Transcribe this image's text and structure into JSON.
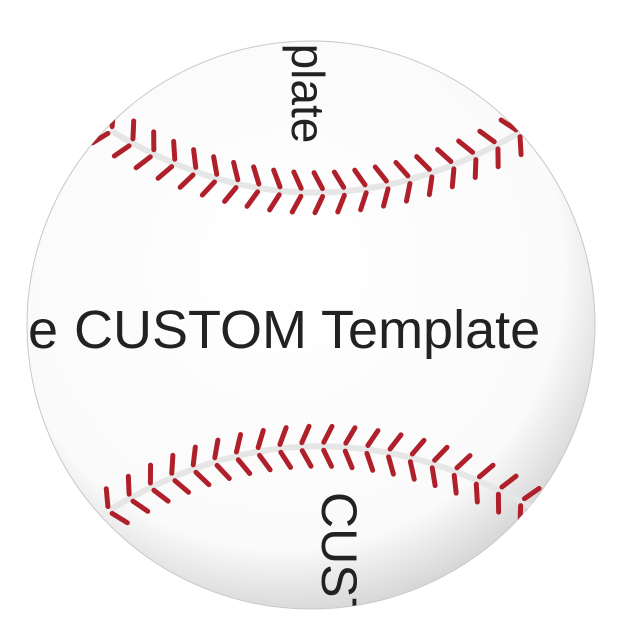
{
  "product": {
    "type": "baseball",
    "print": {
      "main_prefix": "e",
      "main_text": "CUSTOM Template",
      "top_fragment": "nplate",
      "bottom_fragment": "CUST"
    }
  },
  "colors": {
    "ball": "#ffffff",
    "ball_shadow": "#d8d8d8",
    "stitch": "#b0202a",
    "stitch_dark": "#7a1018",
    "text": "#222222"
  }
}
